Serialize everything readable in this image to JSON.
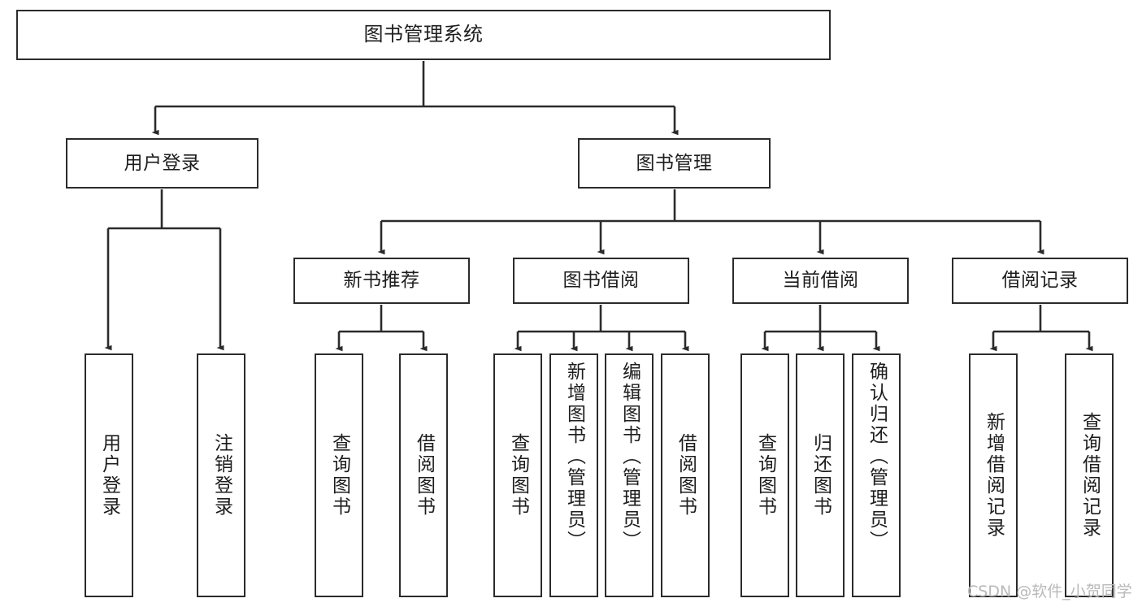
{
  "diagram": {
    "title_node": {
      "label": "图书管理系统"
    },
    "level2": [
      {
        "label": "用户登录"
      },
      {
        "label": "图书管理"
      }
    ],
    "level3": [
      {
        "label": "新书推荐"
      },
      {
        "label": "图书借阅"
      },
      {
        "label": "当前借阅"
      },
      {
        "label": "借阅记录"
      }
    ],
    "leaves": {
      "user_login": [
        {
          "label": "用户登录"
        },
        {
          "label": "注销登录"
        }
      ],
      "new_book_recommend": [
        {
          "label": "查询图书"
        },
        {
          "label": "借阅图书"
        }
      ],
      "book_borrow": [
        {
          "label": "查询图书"
        },
        {
          "label": "新增图书（管理员）"
        },
        {
          "label": "编辑图书（管理员）"
        },
        {
          "label": "借阅图书"
        }
      ],
      "current_borrow": [
        {
          "label": "查询图书"
        },
        {
          "label": "归还图书"
        },
        {
          "label": "确认归还（管理员）"
        }
      ],
      "borrow_record": [
        {
          "label": "新增借阅记录"
        },
        {
          "label": "查询借阅记录"
        }
      ]
    }
  },
  "watermark": {
    "text": "CSDN @软件_小贺同学"
  },
  "colors": {
    "stroke": "#2b2b2b",
    "fill": "#ffffff",
    "text": "#1d1d1d",
    "watermark": "#b9b9b9"
  }
}
